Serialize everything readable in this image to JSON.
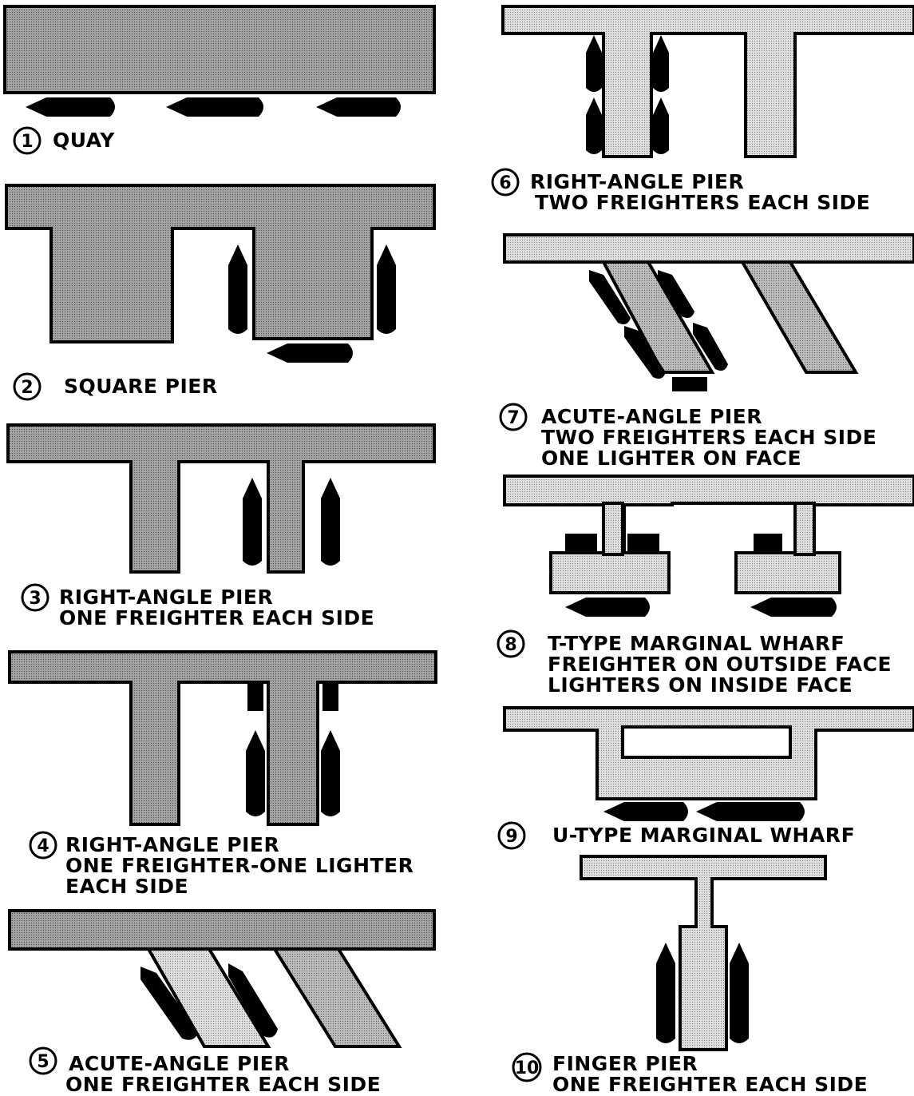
{
  "figures": [
    {
      "number": "1",
      "lines": [
        "QUAY"
      ]
    },
    {
      "number": "2",
      "lines": [
        "SQUARE PIER"
      ]
    },
    {
      "number": "3",
      "lines": [
        "RIGHT-ANGLE PIER",
        "ONE FREIGHTER EACH SIDE"
      ]
    },
    {
      "number": "4",
      "lines": [
        "RIGHT-ANGLE PIER",
        "ONE FREIGHTER-ONE LIGHTER",
        "EACH SIDE"
      ]
    },
    {
      "number": "5",
      "lines": [
        "ACUTE-ANGLE PIER",
        "ONE FREIGHTER EACH SIDE"
      ]
    },
    {
      "number": "6",
      "lines": [
        "RIGHT-ANGLE PIER",
        "TWO FREIGHTERS EACH SIDE"
      ]
    },
    {
      "number": "7",
      "lines": [
        "ACUTE-ANGLE PIER",
        "TWO FREIGHTERS EACH SIDE",
        "ONE LIGHTER ON FACE"
      ]
    },
    {
      "number": "8",
      "lines": [
        "T-TYPE MARGINAL WHARF",
        "FREIGHTER ON OUTSIDE FACE",
        "LIGHTERS ON INSIDE FACE"
      ]
    },
    {
      "number": "9",
      "lines": [
        "U-TYPE MARGINAL WHARF"
      ]
    },
    {
      "number": "10",
      "lines": [
        "FINGER PIER",
        "ONE FREIGHTER EACH SIDE"
      ]
    }
  ],
  "colors": {
    "ink": "#000000",
    "background": "#ffffff",
    "land_dark": "#9a9a9a",
    "land_medium": "#b4b4b4",
    "land_light": "#d4d4d4"
  }
}
